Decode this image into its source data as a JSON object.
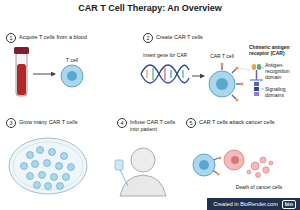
{
  "diagram": {
    "title": "CAR T Cell Therapy: An Overview",
    "nodes": [
      {
        "text": [
          "1",
          "Acquire T cells from a blood"
        ]
      },
      {
        "text": [
          "2",
          "Create CAR T cells"
        ]
      },
      {
        "text": [
          "3",
          "Grow many CAR T cells"
        ]
      },
      {
        "text": [
          "4",
          "Infuse CAR T cells into patient"
        ]
      },
      {
        "text": [
          "5",
          "CAR T cells attack cancer cells"
        ]
      },
      {
        "text": [
          "Created in BioRender.com",
          "bio"
        ]
      }
    ],
    "labels": [
      "T cell",
      "Insert gene for CAR",
      "CAR T cell",
      "Chimeric antigen receptor (CAR)",
      "Antigen-recognition domain",
      "Signaling domains",
      "Death of cancer cells"
    ]
  }
}
